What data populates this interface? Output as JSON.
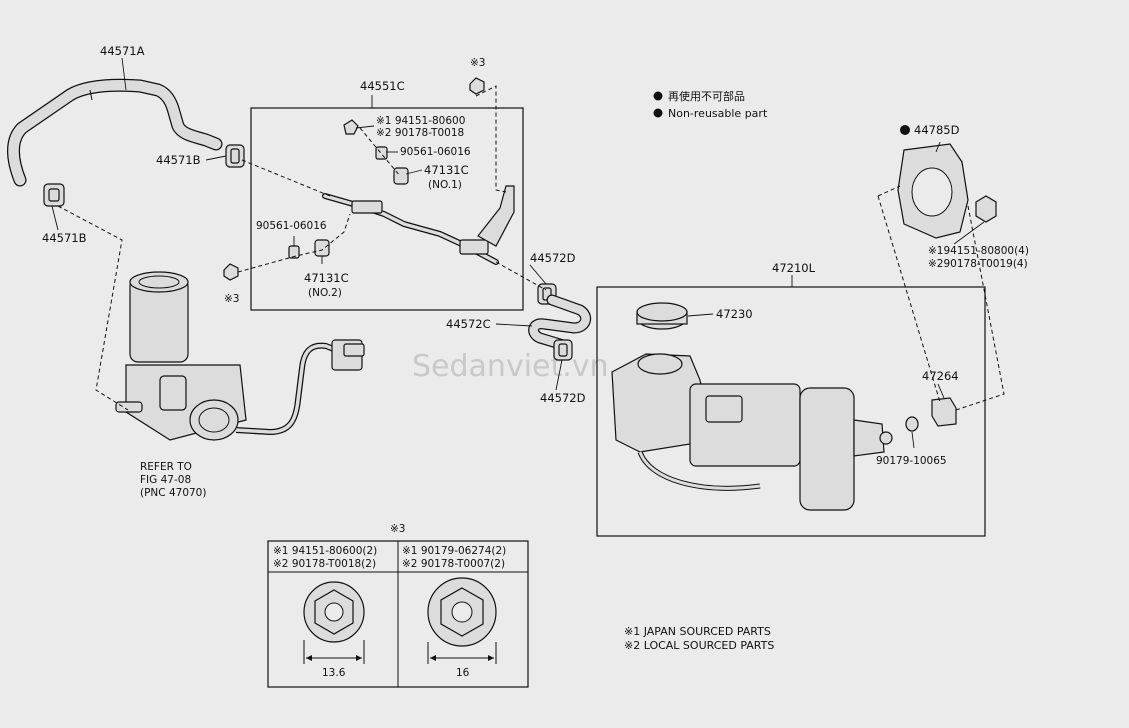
{
  "watermark": "Sedanviet.vn",
  "legend": {
    "bullet_jp": "再使用不可部品",
    "bullet_en": "Non-reusable part"
  },
  "parts": {
    "p44571A": "44571A",
    "p44571B_top": "44571B",
    "p44571B_left": "44571B",
    "p44551C": "44551C",
    "p44572D_top": "44572D",
    "p44572C": "44572C",
    "p44572D_bot": "44572D",
    "p47210L": "47210L",
    "p47230": "47230",
    "p47264": "47264",
    "p44785D": "44785D",
    "p90179_10065": "90179-10065",
    "p47131C_top": "47131C",
    "p47131C_top_sub": "(NO.1)",
    "p47131C_bot": "47131C",
    "p47131C_bot_sub": "(NO.2)",
    "p90561_right": "90561-06016",
    "p90561_left": "90561-06016",
    "m1_94151": "※1 94151-80600",
    "m2_90178": "※2 90178-T0018",
    "ref3_top": "※3",
    "ref3_left": "※3",
    "right_bolt_1": "※194151-80800(4)",
    "right_bolt_2": "※290178-T0019(4)"
  },
  "refer": {
    "line1": "REFER TO",
    "line2": "FIG 47-08",
    "line3": "(PNC 47070)"
  },
  "inset": {
    "title": "※3",
    "left_line1": "※1 94151-80600(2)",
    "left_line2": "※2 90178-T0018(2)",
    "right_line1": "※1 90179-06274(2)",
    "right_line2": "※2 90178-T0007(2)",
    "left_dim": "13.6",
    "right_dim": "16"
  },
  "footnotes": {
    "note1": "※1 JAPAN SOURCED PARTS",
    "note2": "※2 LOCAL SOURCED PARTS"
  }
}
